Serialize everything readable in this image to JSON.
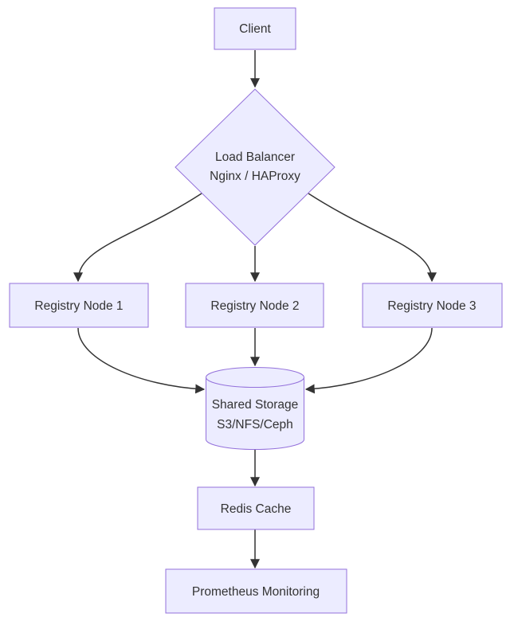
{
  "diagram": {
    "type": "flowchart",
    "direction": "top-down"
  },
  "colors": {
    "canvas_bg": "#ffffff",
    "node_fill": "#ECECFF",
    "node_border": "#9370DB",
    "edge_color": "#333333",
    "text_color": "#333333"
  },
  "nodes": {
    "client": {
      "label": "Client",
      "shape": "rect"
    },
    "load_balancer": {
      "line1": "Load Balancer",
      "line2": "Nginx / HAProxy",
      "shape": "diamond"
    },
    "registry_node_1": {
      "label": "Registry Node 1",
      "shape": "rect"
    },
    "registry_node_2": {
      "label": "Registry Node 2",
      "shape": "rect"
    },
    "registry_node_3": {
      "label": "Registry Node 3",
      "shape": "rect"
    },
    "shared_storage": {
      "line1": "Shared Storage",
      "line2": "S3/NFS/Ceph",
      "shape": "cylinder"
    },
    "redis_cache": {
      "label": "Redis Cache",
      "shape": "rect"
    },
    "prometheus": {
      "label": "Prometheus Monitoring",
      "shape": "rect"
    }
  },
  "edges": [
    {
      "from": "Client",
      "to": "Load Balancer Nginx / HAProxy"
    },
    {
      "from": "Load Balancer Nginx / HAProxy",
      "to": "Registry Node 1"
    },
    {
      "from": "Load Balancer Nginx / HAProxy",
      "to": "Registry Node 2"
    },
    {
      "from": "Load Balancer Nginx / HAProxy",
      "to": "Registry Node 3"
    },
    {
      "from": "Registry Node 1",
      "to": "Shared Storage S3/NFS/Ceph"
    },
    {
      "from": "Registry Node 2",
      "to": "Shared Storage S3/NFS/Ceph"
    },
    {
      "from": "Registry Node 3",
      "to": "Shared Storage S3/NFS/Ceph"
    },
    {
      "from": "Shared Storage S3/NFS/Ceph",
      "to": "Redis Cache"
    },
    {
      "from": "Redis Cache",
      "to": "Prometheus Monitoring"
    }
  ]
}
